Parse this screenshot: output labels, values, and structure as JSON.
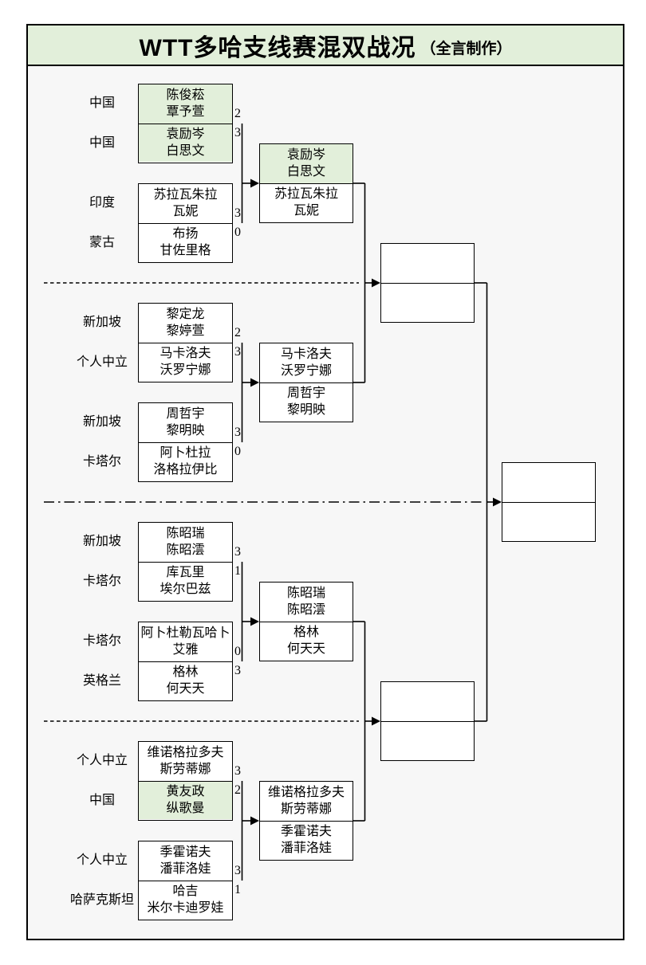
{
  "title": "WTT多哈支线赛混双战况",
  "subtitle": "（全言制作）",
  "colors": {
    "highlight_green": "#e2efda",
    "line": "#000000",
    "panel_bg": "#f7f7f7"
  },
  "round1": [
    {
      "country": "中国",
      "name1": "陈俊菘",
      "name2": "覃予萱",
      "score": "2",
      "highlight": true
    },
    {
      "country": "中国",
      "name1": "袁励岑",
      "name2": "白思文",
      "score": "3",
      "highlight": true
    },
    {
      "country": "印度",
      "name1": "苏拉瓦朱拉",
      "name2": "瓦妮",
      "score": "3",
      "highlight": false
    },
    {
      "country": "蒙古",
      "name1": "布扬",
      "name2": "甘佐里格",
      "score": "0",
      "highlight": false
    },
    {
      "country": "新加坡",
      "name1": "黎定龙",
      "name2": "黎婷萱",
      "score": "2",
      "highlight": false
    },
    {
      "country": "个人中立",
      "name1": "马卡洛夫",
      "name2": "沃罗宁娜",
      "score": "3",
      "highlight": false
    },
    {
      "country": "新加坡",
      "name1": "周哲宇",
      "name2": "黎明映",
      "score": "3",
      "highlight": false
    },
    {
      "country": "卡塔尔",
      "name1": "阿卜杜拉",
      "name2": "洛格拉伊比",
      "score": "0",
      "highlight": false
    },
    {
      "country": "新加坡",
      "name1": "陈昭瑞",
      "name2": "陈昭澐",
      "score": "3",
      "highlight": false
    },
    {
      "country": "卡塔尔",
      "name1": "库瓦里",
      "name2": "埃尔巴兹",
      "score": "1",
      "highlight": false
    },
    {
      "country": "卡塔尔",
      "name1": "阿卜杜勒瓦哈卜",
      "name2": "艾雅",
      "score": "0",
      "highlight": false
    },
    {
      "country": "英格兰",
      "name1": "格林",
      "name2": "何天天",
      "score": "3",
      "highlight": false
    },
    {
      "country": "个人中立",
      "name1": "维诺格拉多夫",
      "name2": "斯劳蒂娜",
      "score": "3",
      "highlight": false
    },
    {
      "country": "中国",
      "name1": "黄友政",
      "name2": "纵歌曼",
      "score": "2",
      "highlight": true
    },
    {
      "country": "个人中立",
      "name1": "季霍诺夫",
      "name2": "潘菲洛娃",
      "score": "3",
      "highlight": false
    },
    {
      "country": "哈萨克斯坦",
      "name1": "哈吉",
      "name2": "米尔卡迪罗娃",
      "score": "1",
      "highlight": false
    }
  ],
  "round2": [
    {
      "name1": "袁励岑",
      "name2": "白思文",
      "highlight": true
    },
    {
      "name1": "苏拉瓦朱拉",
      "name2": "瓦妮",
      "highlight": false
    },
    {
      "name1": "马卡洛夫",
      "name2": "沃罗宁娜",
      "highlight": false
    },
    {
      "name1": "周哲宇",
      "name2": "黎明映",
      "highlight": false
    },
    {
      "name1": "陈昭瑞",
      "name2": "陈昭澐",
      "highlight": false
    },
    {
      "name1": "格林",
      "name2": "何天天",
      "highlight": false
    },
    {
      "name1": "维诺格拉多夫",
      "name2": "斯劳蒂娜",
      "highlight": false
    },
    {
      "name1": "季霍诺夫",
      "name2": "潘菲洛娃",
      "highlight": false
    }
  ]
}
